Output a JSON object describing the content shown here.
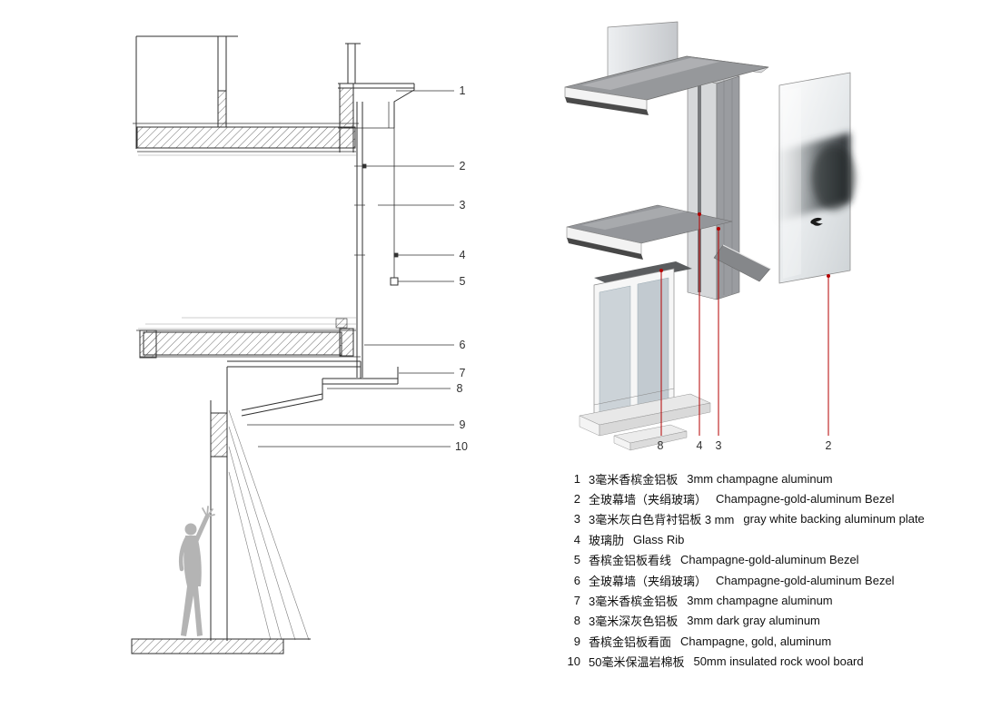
{
  "sheet": {
    "section_callouts": [
      "1",
      "2",
      "3",
      "4",
      "5",
      "6",
      "7",
      "8",
      "9",
      "10"
    ],
    "axon_callouts": [
      "8",
      "4",
      "3",
      "2"
    ],
    "legend": [
      {
        "num": "1",
        "zh": "3毫米香槟金铝板",
        "en": "3mm champagne aluminum"
      },
      {
        "num": "2",
        "zh": "全玻幕墙（夹绢玻璃）",
        "en": "Champagne-gold-aluminum Bezel"
      },
      {
        "num": "3",
        "zh": "3毫米灰白色背衬铝板 3 mm",
        "en": "gray white backing aluminum plate"
      },
      {
        "num": "4",
        "zh": "玻璃肋",
        "en": "Glass Rib"
      },
      {
        "num": "5",
        "zh": "香槟金铝板看线",
        "en": "Champagne-gold-aluminum Bezel"
      },
      {
        "num": "6",
        "zh": "全玻幕墙（夹绢玻璃）",
        "en": "Champagne-gold-aluminum Bezel"
      },
      {
        "num": "7",
        "zh": "3毫米香槟金铝板",
        "en": "3mm champagne aluminum"
      },
      {
        "num": "8",
        "zh": "3毫米深灰色铝板",
        "en": "3mm dark gray aluminum"
      },
      {
        "num": "9",
        "zh": "香槟金铝板看面",
        "en": "Champagne, gold, aluminum"
      },
      {
        "num": "10",
        "zh": "50毫米保温岩棉板",
        "en": "50mm insulated rock wool board"
      }
    ],
    "colors": {
      "leader_red": "#b40000",
      "line": "#2f2f2f",
      "figure_gray": "#b4b4b4",
      "glass": "#ccd3d8"
    }
  }
}
